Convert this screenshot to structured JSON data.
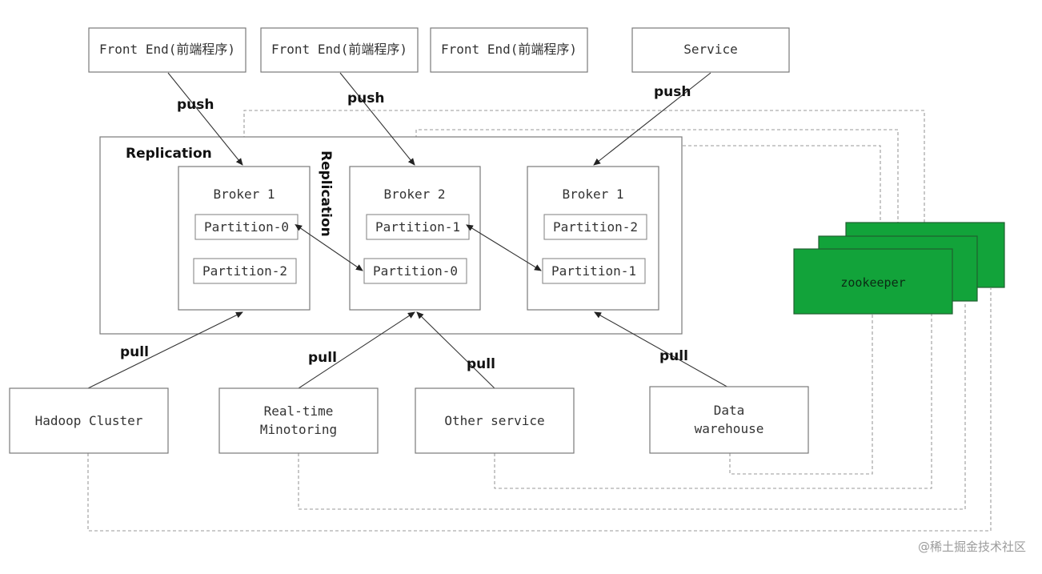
{
  "producers": [
    {
      "label": "Front End(前端程序)"
    },
    {
      "label": "Front End(前端程序)"
    },
    {
      "label": "Front End(前端程序)"
    },
    {
      "label": "Service"
    }
  ],
  "cluster": {
    "replication_label": "Replication",
    "replication_vertical_label": "Replication",
    "brokers": [
      {
        "title": "Broker 1",
        "partitions": [
          "Partition-0",
          "Partition-2"
        ]
      },
      {
        "title": "Broker 2",
        "partitions": [
          "Partition-1",
          "Partition-0"
        ]
      },
      {
        "title": "Broker 1",
        "partitions": [
          "Partition-2",
          "Partition-1"
        ]
      }
    ]
  },
  "edges": {
    "push": [
      "push",
      "push",
      "push"
    ],
    "pull": [
      "pull",
      "pull",
      "pull",
      "pull"
    ]
  },
  "consumers": [
    {
      "lines": [
        "Hadoop Cluster"
      ]
    },
    {
      "lines": [
        "Real-time",
        "Minotoring"
      ]
    },
    {
      "lines": [
        "Other service"
      ]
    },
    {
      "lines": [
        "Data",
        "warehouse"
      ]
    }
  ],
  "zookeeper": {
    "label": "zookeeper",
    "color": "#12a33a"
  },
  "watermark": "@稀土掘金技术社区"
}
